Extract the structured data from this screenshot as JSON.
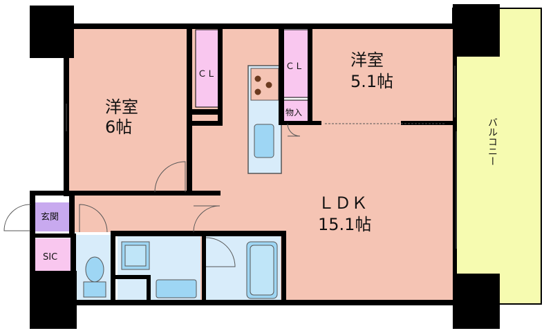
{
  "rooms": {
    "western_left": {
      "name": "洋室",
      "size": "6帖"
    },
    "western_right": {
      "name": "洋室",
      "size": "5.1帖"
    },
    "ldk": {
      "name": "ＬＤＫ",
      "size": "15.1帖"
    }
  },
  "labels": {
    "closet": "ＣＬ",
    "storage": "物入",
    "entrance": "玄関",
    "shoe_closet": "SIC",
    "balcony": "バルコニー"
  },
  "colors": {
    "room_fill": "#f5c4b4",
    "closet_fill": "#f9c7ef",
    "entrance_fill": "#c8a9ef",
    "wet_fill": "#d8ecfa",
    "fixture_fill": "#9ed6f4",
    "balcony_fill": "#f6fbb0",
    "wall": "#000000"
  },
  "icons": [
    "door-swing-icon",
    "stove-icon",
    "sink-icon",
    "toilet-icon",
    "bathtub-icon",
    "washbasin-icon"
  ]
}
